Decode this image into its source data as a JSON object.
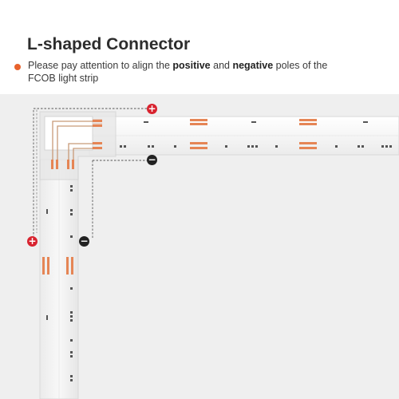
{
  "heading": {
    "title": "L-shaped Connector"
  },
  "instruction": {
    "prefix": "Please pay attention to align the ",
    "positive_word": "positive",
    "middle": " and ",
    "negative_word": "negative",
    "suffix": " poles of the FCOB light strip"
  },
  "markers": {
    "plus_symbol": "+",
    "minus_symbol": "−"
  },
  "colors": {
    "accent_orange": "#e8622c",
    "positive_red": "#d8232f",
    "negative_black": "#222222",
    "copper_pad": "#e58555"
  },
  "icons": [
    "bullet-dot-icon",
    "positive-pole-icon",
    "negative-pole-icon"
  ]
}
